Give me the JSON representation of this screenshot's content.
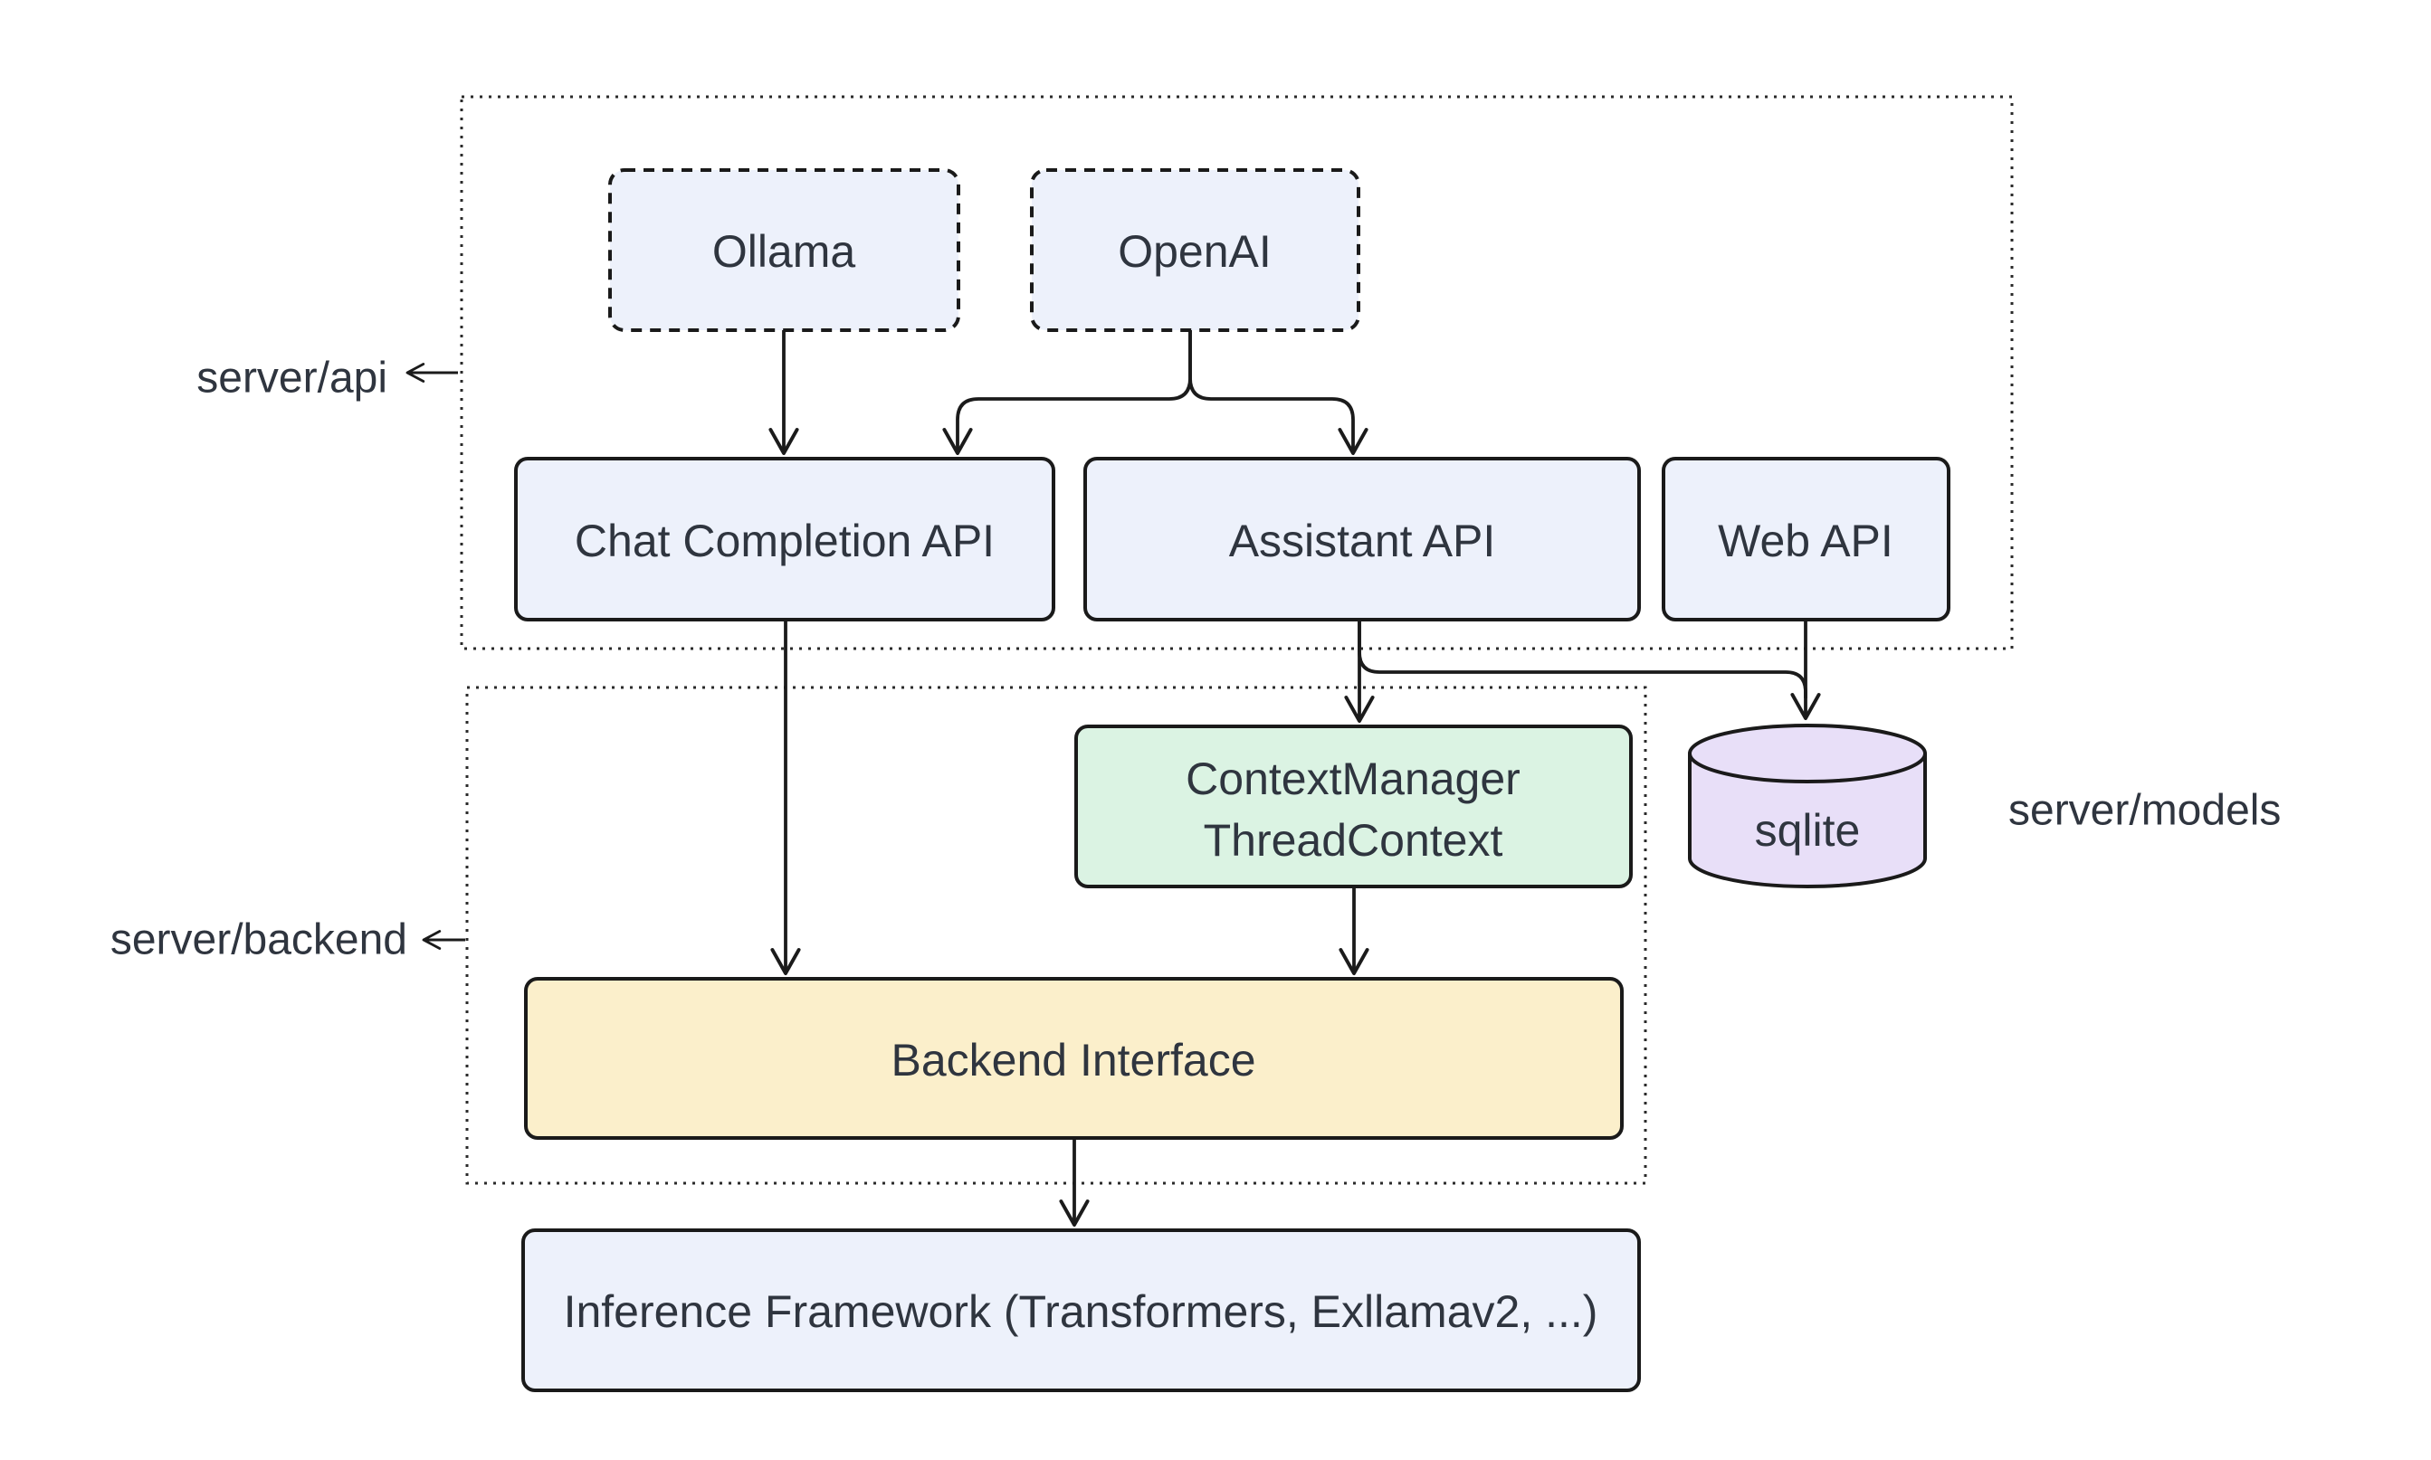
{
  "diagram": {
    "title": "server architecture diagram",
    "colors": {
      "background": "#ffffff",
      "node_blue": "#EDF1FB",
      "node_green": "#DBF3E3",
      "node_yellow": "#FBEFCB",
      "node_purple": "#E8DFF8",
      "box_border": "#1a1a1a",
      "edge": "#1b1b1b",
      "text": "#2f353f"
    },
    "groups": {
      "api": {
        "label": "server/api"
      },
      "backend": {
        "label": "server/backend"
      },
      "models": {
        "label": "server/models"
      }
    },
    "nodes": {
      "ollama": {
        "label": "Ollama",
        "fill": "#EDF1FB"
      },
      "openai": {
        "label": "OpenAI",
        "fill": "#EDF1FB"
      },
      "chat_completion_api": {
        "label": "Chat Completion API",
        "fill": "#EDF1FB"
      },
      "assistant_api": {
        "label": "Assistant API",
        "fill": "#EDF1FB"
      },
      "web_api": {
        "label": "Web API",
        "fill": "#EDF1FB"
      },
      "context_manager": {
        "line1": "ContextManager",
        "line2": "ThreadContext",
        "fill": "#DBF3E3"
      },
      "sqlite": {
        "label": "sqlite",
        "fill": "#E8DFF8"
      },
      "backend_interface": {
        "label": "Backend Interface",
        "fill": "#FBEFCB"
      },
      "inference_framework": {
        "label": "Inference Framework (Transformers, Exllamav2, ...)",
        "fill": "#EDF1FB"
      }
    },
    "edges": [
      {
        "from": "Ollama",
        "to": "Chat Completion API"
      },
      {
        "from": "OpenAI",
        "to": "Chat Completion API"
      },
      {
        "from": "OpenAI",
        "to": "Assistant API"
      },
      {
        "from": "Chat Completion API",
        "to": "Backend Interface"
      },
      {
        "from": "Assistant API",
        "to": "ContextManager ThreadContext"
      },
      {
        "from": "Assistant API",
        "to": "sqlite"
      },
      {
        "from": "Web API",
        "to": "sqlite"
      },
      {
        "from": "ContextManager ThreadContext",
        "to": "Backend Interface"
      },
      {
        "from": "Backend Interface",
        "to": "Inference Framework (Transformers, Exllamav2, ...)"
      }
    ]
  }
}
